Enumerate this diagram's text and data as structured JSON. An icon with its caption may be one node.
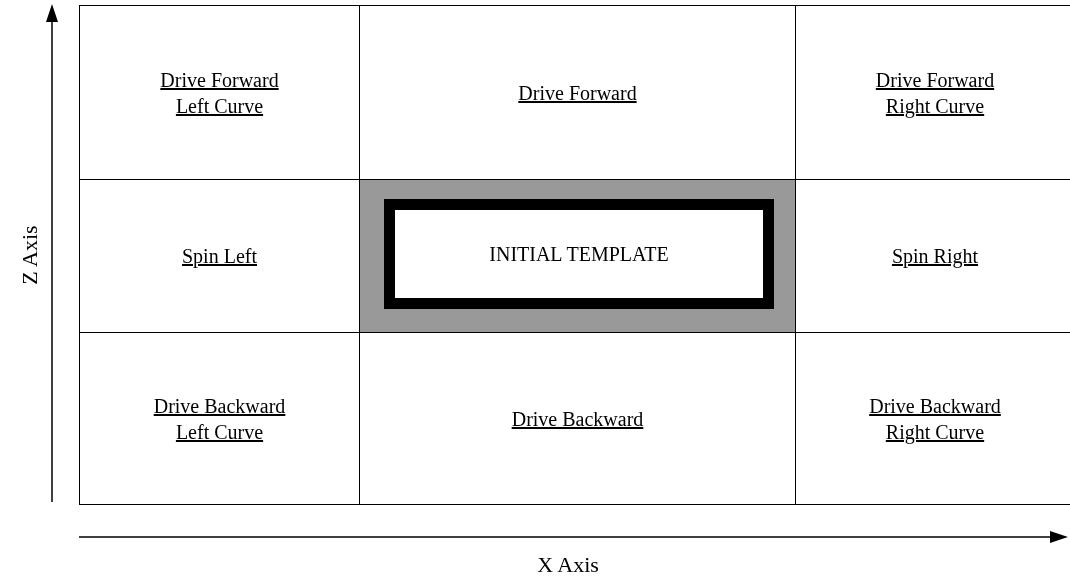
{
  "diagram": {
    "nodes": [
      {
        "text": [
          "Drive Forward Left Curve"
        ]
      },
      {
        "text": [
          "Drive Forward"
        ]
      },
      {
        "text": [
          "Drive Forward Right Curve"
        ]
      },
      {
        "text": [
          "Spin Left"
        ]
      },
      {
        "text": [],
        "shape": "box"
      },
      {
        "text": [
          "INITIAL TEMPLATE"
        ],
        "in": 4
      },
      {
        "text": [
          "Spin Right"
        ]
      },
      {
        "text": [
          "Drive Backward Left Curve"
        ]
      },
      {
        "text": [
          "Drive Backward"
        ]
      },
      {
        "text": [
          "Drive Backward Right Curve"
        ]
      }
    ],
    "labels": [
      "Z Axis",
      "X Axis"
    ]
  }
}
